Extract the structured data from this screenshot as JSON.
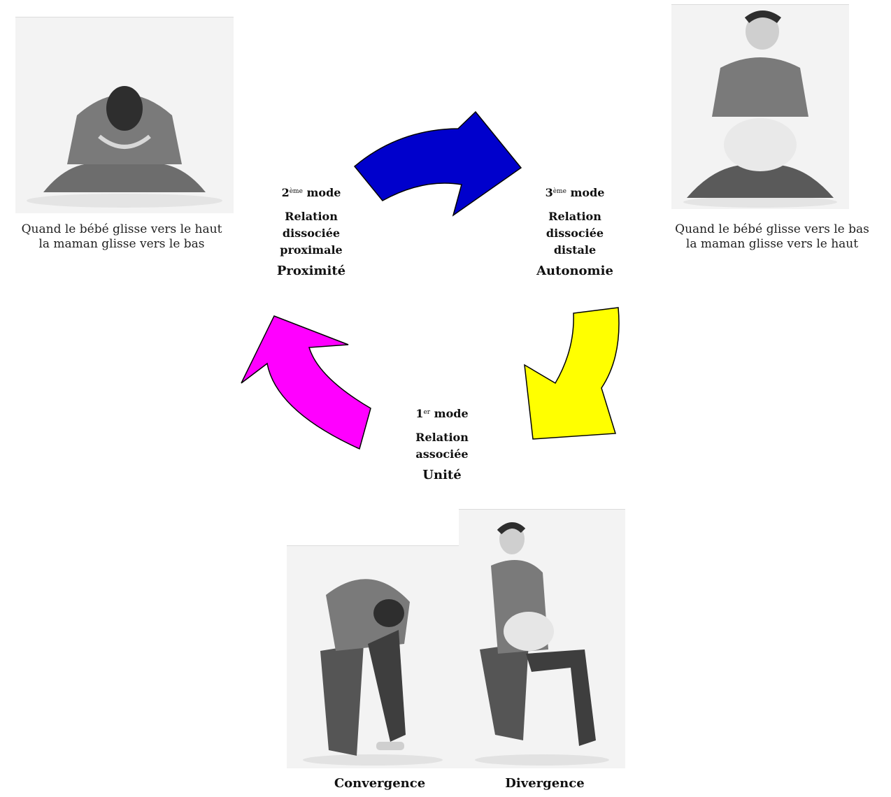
{
  "modes": [
    {
      "ordinal": "2",
      "suffix": "ème",
      "word": " mode",
      "lines": [
        "Relation",
        "dissociée",
        "proximale"
      ],
      "concept": "Proximité"
    },
    {
      "ordinal": "3",
      "suffix": "ème",
      "word": " mode",
      "lines": [
        "Relation",
        "dissociée",
        "distale"
      ],
      "concept": "Autonomie"
    },
    {
      "ordinal": "1",
      "suffix": "er",
      "word": " mode",
      "lines": [
        "Relation",
        "associée"
      ],
      "concept": "Unité"
    }
  ],
  "captions": {
    "top_left": [
      "Quand le bébé glisse vers le haut",
      "la maman glisse vers le bas"
    ],
    "top_right": [
      "Quand le bébé glisse vers le bas",
      "la maman glisse vers le haut"
    ]
  },
  "bottom_labels": {
    "left": "Convergence",
    "right": "Divergence"
  },
  "arrows": {
    "blue": "#0000cc",
    "yellow": "#ffff00",
    "magenta": "#ff00ff"
  }
}
